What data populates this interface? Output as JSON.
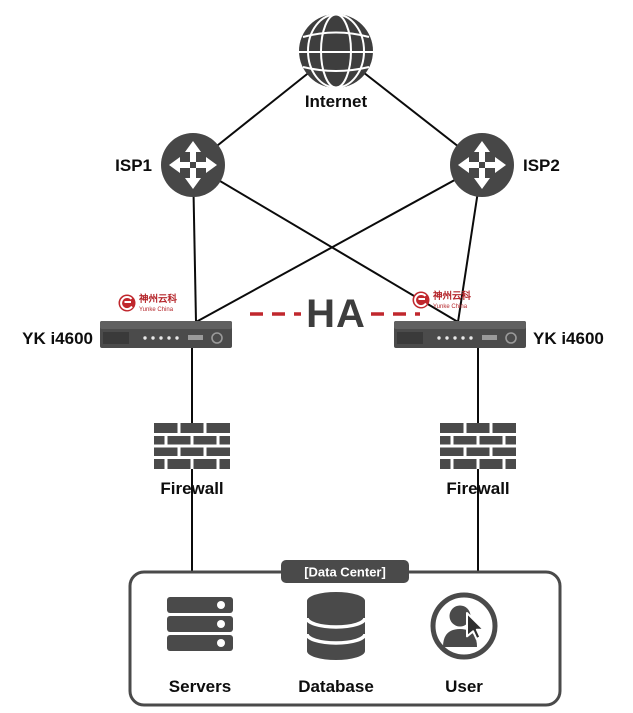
{
  "diagram": {
    "type": "network-topology",
    "nodes": {
      "internet": {
        "label": "Internet"
      },
      "isp1": {
        "label": "ISP1"
      },
      "isp2": {
        "label": "ISP2"
      },
      "device_left": {
        "label": "YK i4600",
        "brand": "神州云科",
        "brand_sub": "Yunke China"
      },
      "device_right": {
        "label": "YK i4600",
        "brand": "神州云科",
        "brand_sub": "Yunke China"
      },
      "ha_link": {
        "label": "HA"
      },
      "firewall_left": {
        "label": "Firewall"
      },
      "firewall_right": {
        "label": "Firewall"
      },
      "datacenter": {
        "label": "[Data Center]"
      },
      "servers": {
        "label": "Servers"
      },
      "database": {
        "label": "Database"
      },
      "user": {
        "label": "User"
      }
    },
    "edges": [
      [
        "internet",
        "isp1"
      ],
      [
        "internet",
        "isp2"
      ],
      [
        "isp1",
        "device_left"
      ],
      [
        "isp1",
        "device_right"
      ],
      [
        "isp2",
        "device_left"
      ],
      [
        "isp2",
        "device_right"
      ],
      [
        "device_left",
        "device_right",
        "HA"
      ],
      [
        "device_left",
        "firewall_left"
      ],
      [
        "device_right",
        "firewall_right"
      ],
      [
        "firewall_left",
        "datacenter"
      ],
      [
        "firewall_right",
        "datacenter"
      ]
    ],
    "colors": {
      "node_gray": "#474747",
      "line_black": "#0b0b0b",
      "brand_red": "#c0272d",
      "ha_dash_red": "#c0272d",
      "badge_bg": "#4a4a4a",
      "badge_text": "#ffffff"
    }
  }
}
